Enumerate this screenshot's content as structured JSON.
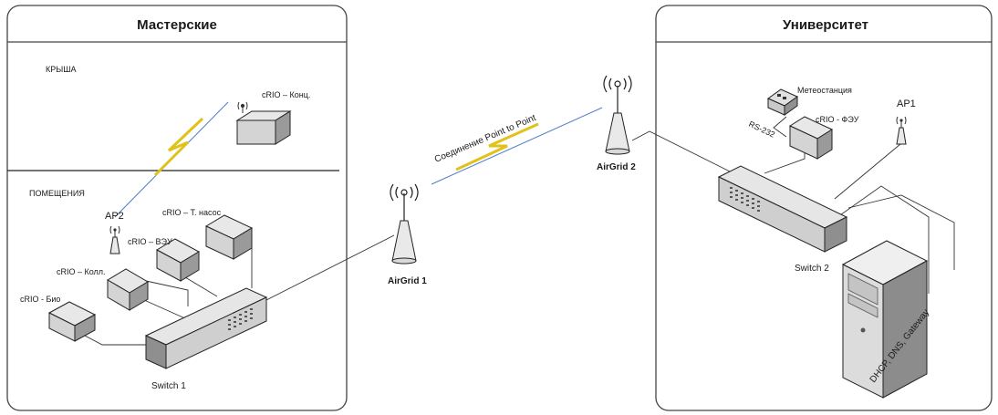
{
  "panels": {
    "left_title": "Мастерские",
    "right_title": "Университет",
    "roof_label": "КРЫША",
    "rooms_label": "ПОМЕЩЕНИЯ"
  },
  "devices": {
    "crio_konts": "cRIO – Конц.",
    "ap2": "AP2",
    "crio_t_nasos": "cRIO – Т. насос",
    "crio_veu": "cRIO – ВЭУ",
    "crio_koll": "cRIO – Колл.",
    "crio_bio": "cRIO - Био",
    "switch1": "Switch 1",
    "airgrid1": "AirGrid 1",
    "airgrid2": "AirGrid 2",
    "p2p_link": "Соединение Point to Point",
    "meteo": "Метеостанция",
    "crio_feu": "cRIO - ФЭУ",
    "rs232": "RS-232",
    "ap1": "AP1",
    "switch2": "Switch 2",
    "server": "DHCP, DNS, Gateway"
  }
}
